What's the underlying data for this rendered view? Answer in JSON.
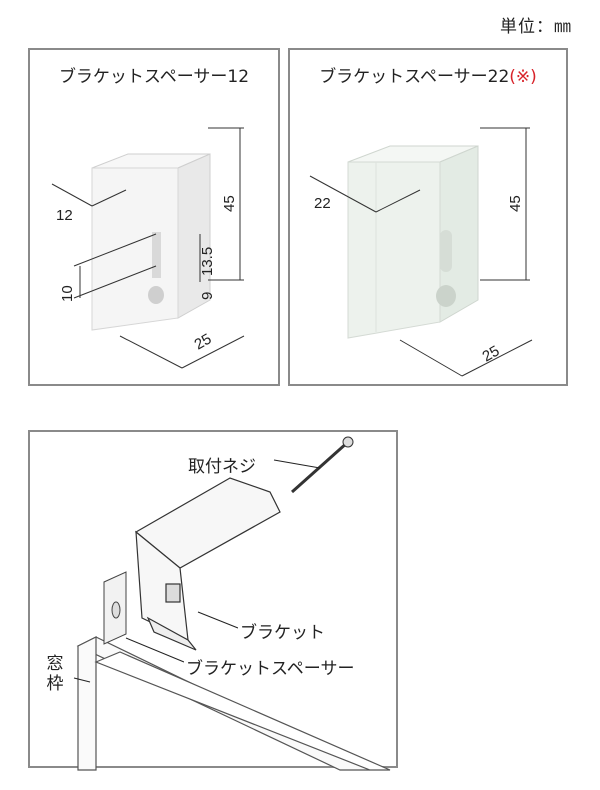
{
  "unit_label": "単位：㎜",
  "spacer12": {
    "title": "ブラケットスペーサー12",
    "dims": {
      "width": "12",
      "height": "45",
      "depth": "25",
      "slot": "13.5",
      "hole": "9",
      "offset": "10"
    }
  },
  "spacer22": {
    "title": "ブラケットスペーサー22",
    "mark": "(※)",
    "dims": {
      "width": "22",
      "height": "45",
      "depth": "25"
    }
  },
  "install": {
    "screw_label": "取付ネジ",
    "bracket_label": "ブラケット",
    "spacer_label": "ブラケットスペーサー",
    "frame_label_1": "窓",
    "frame_label_2": "枠"
  },
  "colors": {
    "frame": "#8a8a8a",
    "block": "#f3f3f3",
    "accent": "#d8232a"
  }
}
